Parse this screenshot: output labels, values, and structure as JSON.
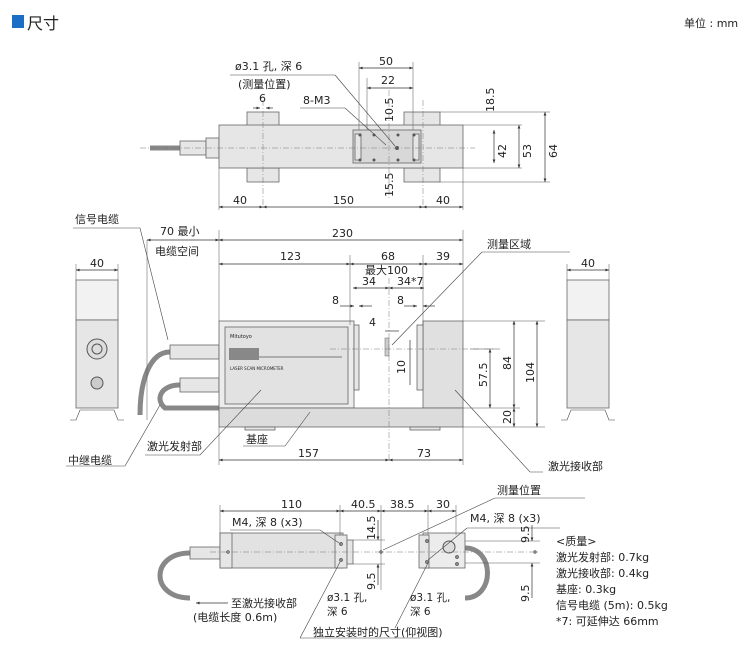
{
  "header": {
    "title": "尺寸",
    "unit": "单位 : mm",
    "accent": "#1a6fc4"
  },
  "top_view": {
    "hole_note": "ø3.1 孔, 深 6",
    "hole_note2": "(测量位置)",
    "screw": "8-M3",
    "dims": {
      "d6": "6",
      "d50": "50",
      "d22": "22",
      "d18_5": "18.5",
      "d10_5": "10.5",
      "d15_5": "15.5",
      "d42": "42",
      "d53": "53",
      "d64": "64",
      "d40a": "40",
      "d150": "150",
      "d40b": "40"
    }
  },
  "front_view": {
    "signal_cable": "信号电缆",
    "min_space": "70 最小",
    "cable_space": "电缆空间",
    "measure_area": "测量区域",
    "emitter": "激光发射部",
    "base": "基座",
    "relay_cable": "中继电缆",
    "receiver": "激光接收部",
    "brand": "Mitutoyo",
    "product": "LASER SCAN MICROMETER",
    "max": "最大100",
    "dims": {
      "d230": "230",
      "d123": "123",
      "d68": "68",
      "d39": "39",
      "d34a": "34",
      "d34b": "34*7",
      "d8a": "8",
      "d8b": "8",
      "d4": "4",
      "d10": "10",
      "d57_5": "57.5",
      "d84": "84",
      "d104": "104",
      "d20": "20",
      "d157": "157",
      "d73": "73",
      "side_left": "40",
      "side_right": "40"
    }
  },
  "bottom_view": {
    "measure_pos": "测量位置",
    "m4_left": "M4, 深 8 (x3)",
    "m4_right": "M4, 深 8 (x3)",
    "to_receiver": "至激光接收部",
    "cable_len": "(电缆长度 0.6m)",
    "hole_a1": "ø3.1 孔,",
    "hole_a2": "深 6",
    "hole_b1": "ø3.1 孔,",
    "hole_b2": "深 6",
    "caption": "独立安装时的尺寸(仰视图)",
    "dims": {
      "d110": "110",
      "d40_5": "40.5",
      "d38_5": "38.5",
      "d30": "30",
      "d14_5": "14.5",
      "d9_5a": "9.5",
      "d9_5b": "9.5",
      "d9_5c": "9.5"
    }
  },
  "mass": {
    "title": "<质量>",
    "lines": [
      "激光发射部: 0.7kg",
      "激光接收部: 0.4kg",
      "基座: 0.3kg",
      "信号电缆 (5m): 0.5kg",
      "*7: 可延伸达 66mm"
    ]
  }
}
